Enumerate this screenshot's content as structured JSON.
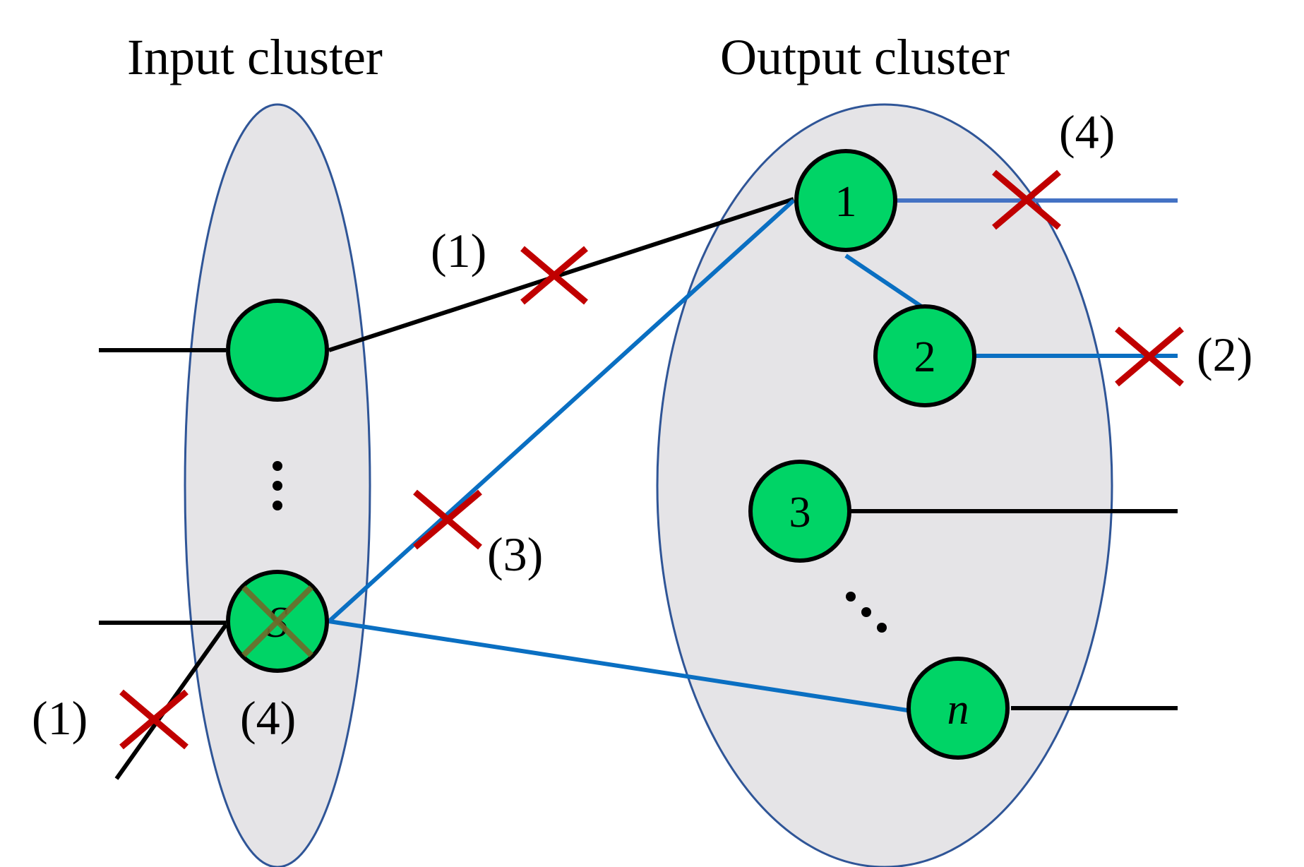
{
  "titles": {
    "input_cluster": "Input cluster",
    "output_cluster": "Output cluster"
  },
  "input_nodes": {
    "s_label": "S"
  },
  "output_nodes": {
    "node_1": "1",
    "node_2": "2",
    "node_3": "3",
    "node_n": "n"
  },
  "fault_labels": {
    "link_left": "(1)",
    "link_top": "(1)",
    "node_s": "(4)",
    "node_1_out": "(4)",
    "node_2_out": "(2)",
    "link_s_to_1": "(3)"
  },
  "colors": {
    "cluster_fill": "#e5e4e7",
    "cluster_border": "#2f5597",
    "node_fill": "#00d466",
    "blue_edge": "#0a6fc2",
    "fault_cross": "#c00000"
  }
}
